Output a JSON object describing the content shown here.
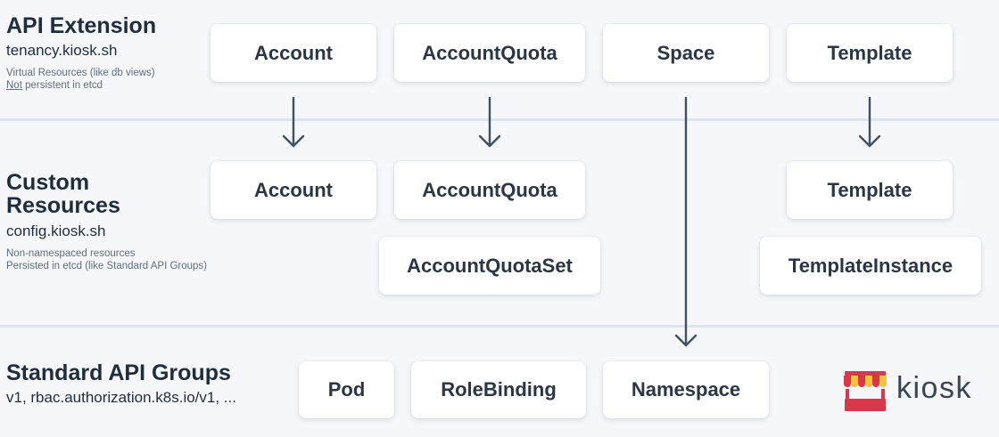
{
  "sections": {
    "api_extension": {
      "title": "API Extension",
      "group": "tenancy.kiosk.sh",
      "note_line1": "Virtual Resources (like db views)",
      "note_line2_underlined": "Not",
      "note_line2_rest": " persistent in etcd"
    },
    "custom_resources": {
      "title_line1": "Custom",
      "title_line2": "Resources",
      "group": "config.kiosk.sh",
      "note_line1": "Non-namespaced resources",
      "note_line2": "Persisted in etcd (like Standard API Groups)"
    },
    "standard_api": {
      "title": "Standard API Groups",
      "group": "v1, rbac.authorization.k8s.io/v1, ..."
    }
  },
  "boxes": {
    "api_account": "Account",
    "api_accountquota": "AccountQuota",
    "api_space": "Space",
    "api_template": "Template",
    "crd_account": "Account",
    "crd_accountquota": "AccountQuota",
    "crd_template": "Template",
    "crd_accountquotaset": "AccountQuotaSet",
    "crd_templateinstance": "TemplateInstance",
    "std_pod": "Pod",
    "std_rolebinding": "RoleBinding",
    "std_namespace": "Namespace"
  },
  "logo": {
    "icon": "kiosk-stand-icon",
    "text": "kiosk"
  },
  "colors": {
    "background": "#f5f7fa",
    "arrow": "#3f5063",
    "divider": "#dde4ec",
    "logo_red": "#d8384a",
    "logo_yellow": "#f6c23e"
  }
}
